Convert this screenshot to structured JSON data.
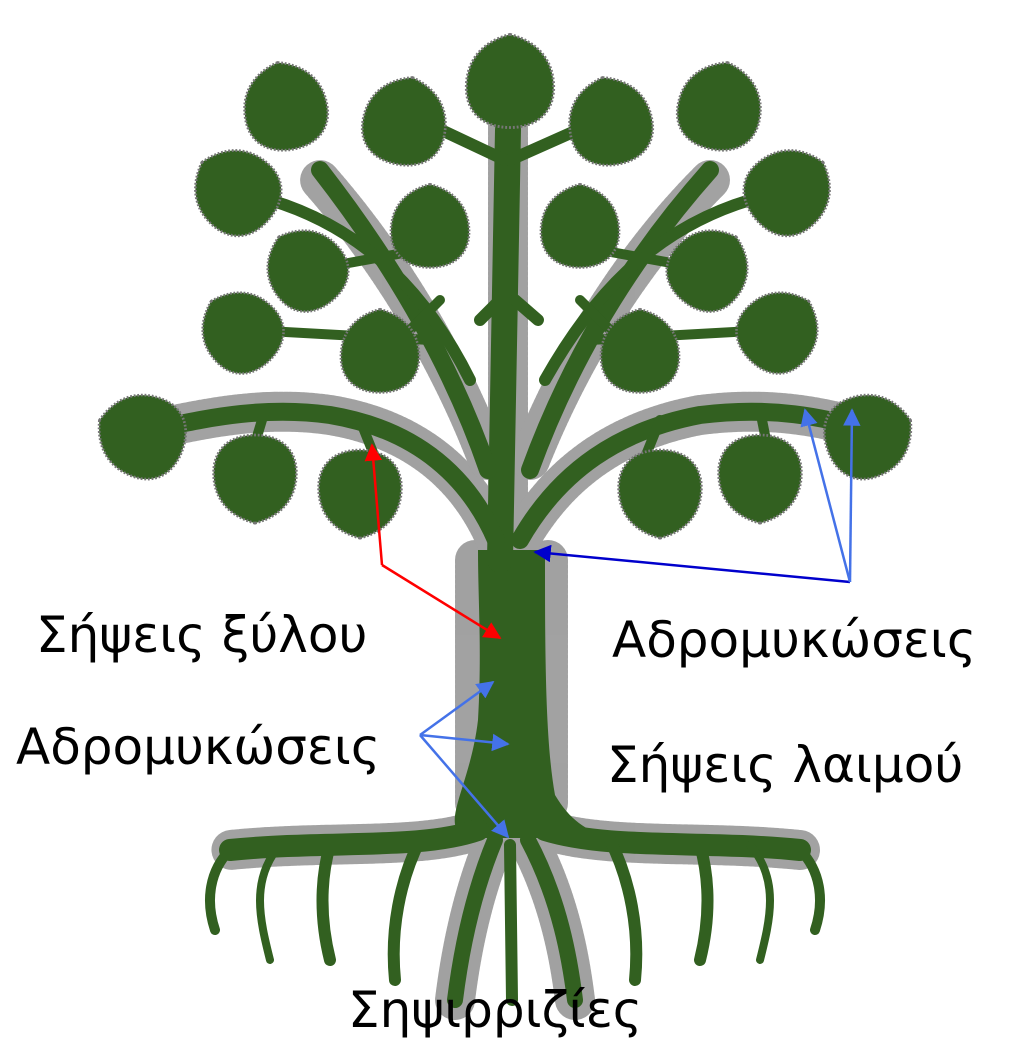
{
  "colors": {
    "tree": "#326020",
    "outline": "#555555",
    "arrow_red": "#ff0000",
    "arrow_blue": "#4472e8",
    "arrow_darkblue": "#0000cc"
  },
  "labels": {
    "wood_rot": "Σήψεις ξύλου",
    "vascular_right": "Αδρομυκώσεις",
    "vascular_left": "Αδρομυκώσεις",
    "collar_rot": "Σήψεις λαιμού",
    "root_rot": "Σηψιρριζίες"
  }
}
